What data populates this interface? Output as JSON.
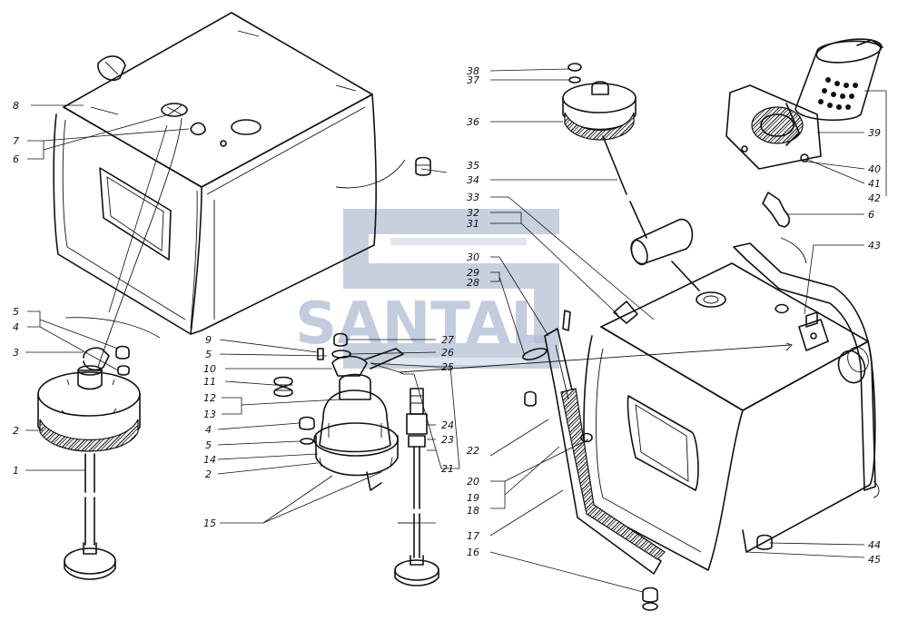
{
  "diagram": {
    "watermark": "SANTAL",
    "ink_color": "#111111",
    "watermark_color": "#aebcd2",
    "labels": [
      {
        "id": "l8",
        "text": "8"
      },
      {
        "id": "l7",
        "text": "7"
      },
      {
        "id": "l6a",
        "text": "6"
      },
      {
        "id": "l5a",
        "text": "5"
      },
      {
        "id": "l4a",
        "text": "4"
      },
      {
        "id": "l3",
        "text": "3"
      },
      {
        "id": "l2a",
        "text": "2"
      },
      {
        "id": "l1",
        "text": "1"
      },
      {
        "id": "l9",
        "text": "9"
      },
      {
        "id": "l5b",
        "text": "5"
      },
      {
        "id": "l10",
        "text": "10"
      },
      {
        "id": "l11",
        "text": "11"
      },
      {
        "id": "l12",
        "text": "12"
      },
      {
        "id": "l13",
        "text": "13"
      },
      {
        "id": "l4b",
        "text": "4"
      },
      {
        "id": "l5c",
        "text": "5"
      },
      {
        "id": "l14",
        "text": "14"
      },
      {
        "id": "l2b",
        "text": "2"
      },
      {
        "id": "l15",
        "text": "15"
      },
      {
        "id": "l38",
        "text": "38"
      },
      {
        "id": "l37",
        "text": "37"
      },
      {
        "id": "l36",
        "text": "36"
      },
      {
        "id": "l35",
        "text": "35"
      },
      {
        "id": "l34",
        "text": "34"
      },
      {
        "id": "l33",
        "text": "33"
      },
      {
        "id": "l32",
        "text": "32"
      },
      {
        "id": "l31",
        "text": "31"
      },
      {
        "id": "l30",
        "text": "30"
      },
      {
        "id": "l29",
        "text": "29"
      },
      {
        "id": "l28",
        "text": "28"
      },
      {
        "id": "l27",
        "text": "27"
      },
      {
        "id": "l26",
        "text": "26"
      },
      {
        "id": "l25",
        "text": "25"
      },
      {
        "id": "l24",
        "text": "24"
      },
      {
        "id": "l23",
        "text": "23"
      },
      {
        "id": "l22",
        "text": "22"
      },
      {
        "id": "l21",
        "text": "21"
      },
      {
        "id": "l20",
        "text": "20"
      },
      {
        "id": "l19",
        "text": "19"
      },
      {
        "id": "l18",
        "text": "18"
      },
      {
        "id": "l17",
        "text": "17"
      },
      {
        "id": "l16",
        "text": "16"
      },
      {
        "id": "l39",
        "text": "39"
      },
      {
        "id": "l40",
        "text": "40"
      },
      {
        "id": "l41",
        "text": "41"
      },
      {
        "id": "l42",
        "text": "42"
      },
      {
        "id": "l6b",
        "text": "6"
      },
      {
        "id": "l43",
        "text": "43"
      },
      {
        "id": "l44",
        "text": "44"
      },
      {
        "id": "l45",
        "text": "45"
      }
    ]
  }
}
